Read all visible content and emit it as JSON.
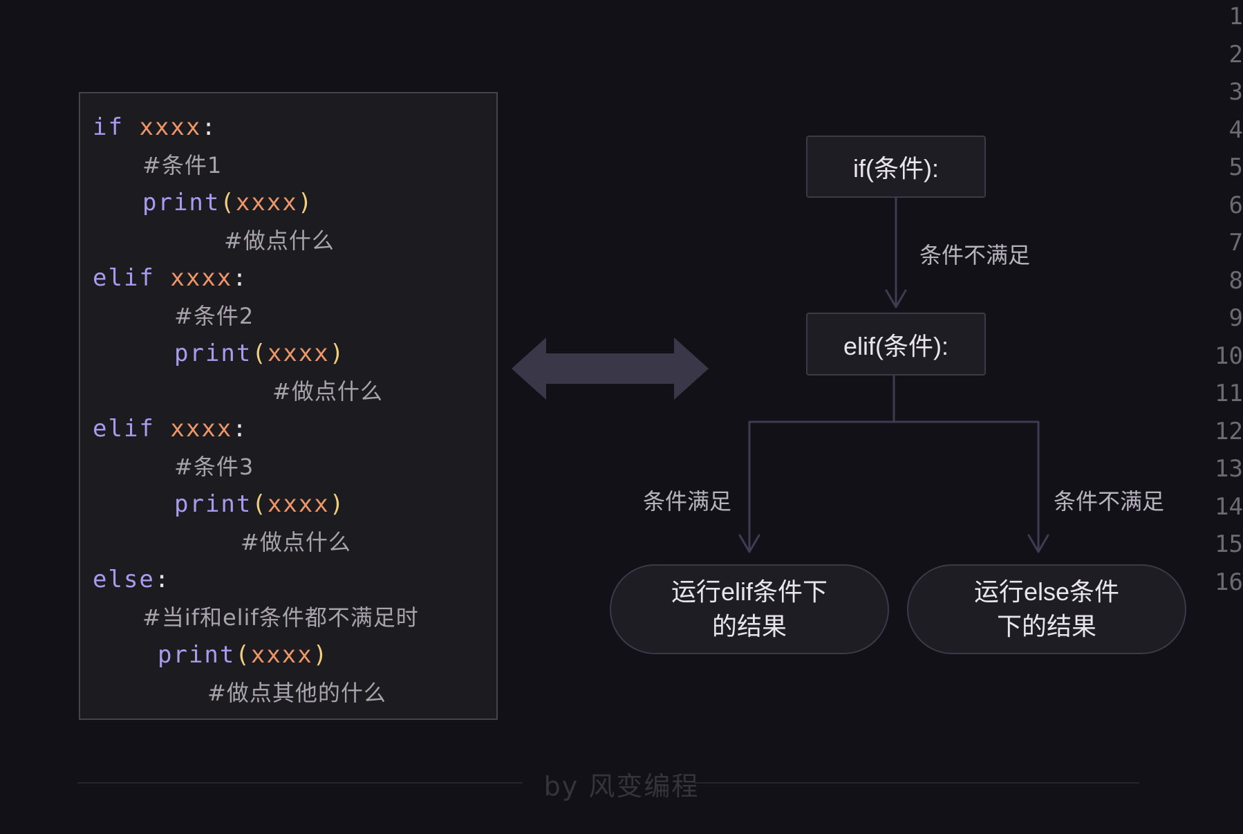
{
  "code": {
    "line_numbers": [
      "1",
      "2",
      "3",
      "4",
      "5",
      "6",
      "7",
      "8",
      "9",
      "10",
      "11",
      "12",
      "13",
      "14",
      "15",
      "16"
    ],
    "lines": [
      {
        "indent": 0,
        "tokens": [
          {
            "t": "if",
            "c": "kw"
          },
          {
            "t": " ",
            "c": "pn"
          },
          {
            "t": "xxxx",
            "c": "var"
          },
          {
            "t": ":",
            "c": "pn"
          }
        ]
      },
      {
        "indent": 72,
        "tokens": [
          {
            "t": "#条件1",
            "c": "cm"
          }
        ]
      },
      {
        "indent": 72,
        "tokens": [
          {
            "t": "print",
            "c": "kw"
          },
          {
            "t": "(",
            "c": "paren"
          },
          {
            "t": "xxxx",
            "c": "var"
          },
          {
            "t": ")",
            "c": "paren"
          }
        ]
      },
      {
        "indent": 190,
        "tokens": [
          {
            "t": "#做点什么",
            "c": "cm"
          }
        ]
      },
      {
        "indent": 0,
        "tokens": [
          {
            "t": "elif",
            "c": "kw"
          },
          {
            "t": " ",
            "c": "pn"
          },
          {
            "t": "xxxx",
            "c": "var"
          },
          {
            "t": ":",
            "c": "pn"
          }
        ]
      },
      {
        "indent": 118,
        "tokens": [
          {
            "t": "#条件2",
            "c": "cm"
          }
        ]
      },
      {
        "indent": 118,
        "tokens": [
          {
            "t": "print",
            "c": "kw"
          },
          {
            "t": "(",
            "c": "paren"
          },
          {
            "t": "xxxx",
            "c": "var"
          },
          {
            "t": ")",
            "c": "paren"
          }
        ]
      },
      {
        "indent": 260,
        "tokens": [
          {
            "t": "#做点什么",
            "c": "cm"
          }
        ]
      },
      {
        "indent": 0,
        "tokens": [
          {
            "t": "elif",
            "c": "kw"
          },
          {
            "t": " ",
            "c": "pn"
          },
          {
            "t": "xxxx",
            "c": "var"
          },
          {
            "t": ":",
            "c": "pn"
          }
        ]
      },
      {
        "indent": 118,
        "tokens": [
          {
            "t": "#条件3",
            "c": "cm"
          }
        ]
      },
      {
        "indent": 118,
        "tokens": [
          {
            "t": "print",
            "c": "kw"
          },
          {
            "t": "(",
            "c": "paren"
          },
          {
            "t": "xxxx",
            "c": "var"
          },
          {
            "t": ")",
            "c": "paren"
          }
        ]
      },
      {
        "indent": 214,
        "tokens": [
          {
            "t": "#做点什么",
            "c": "cm"
          }
        ]
      },
      {
        "indent": 0,
        "tokens": [
          {
            "t": "else",
            "c": "kw"
          },
          {
            "t": ":",
            "c": "pn"
          }
        ]
      },
      {
        "indent": 72,
        "tokens": [
          {
            "t": "#当if和elif条件都不满足时",
            "c": "cm"
          }
        ]
      },
      {
        "indent": 94,
        "tokens": [
          {
            "t": "print",
            "c": "kw"
          },
          {
            "t": "(",
            "c": "paren"
          },
          {
            "t": "xxxx",
            "c": "var"
          },
          {
            "t": ")",
            "c": "paren"
          }
        ]
      },
      {
        "indent": 166,
        "tokens": [
          {
            "t": "#做点其他的什么",
            "c": "cm"
          }
        ]
      }
    ]
  },
  "flowchart": {
    "if_node": "if(条件):",
    "elif_node": "elif(条件):",
    "edge_if_to_elif": "条件不满足",
    "edge_left": "条件满足",
    "edge_right": "条件不满足",
    "result_elif_line1": "运行elif条件下",
    "result_elif_line2": "的结果",
    "result_else_line1": "运行else条件",
    "result_else_line2": "下的结果"
  },
  "footer": {
    "credit": "by 风变编程"
  },
  "colors": {
    "background": "#121117",
    "keyword": "#a99cf0",
    "variable": "#ee9668",
    "paren": "#f1cf7d",
    "comment": "#a8a4ae",
    "connector": "#3e3b52"
  }
}
